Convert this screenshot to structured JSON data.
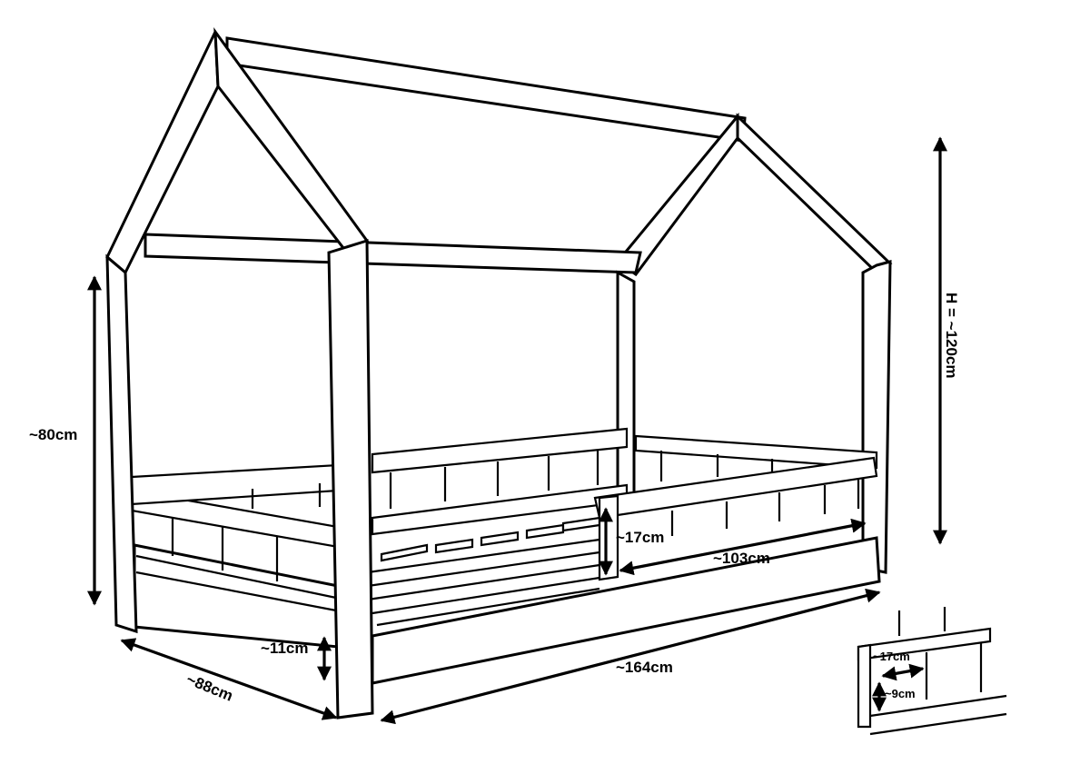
{
  "dimensions": {
    "total_height": "H = ~120cm",
    "side_height": "~80cm",
    "length": "~164cm",
    "width": "~88cm",
    "foot_height": "~11cm",
    "opening_length": "~103cm",
    "opening_height": "~17cm"
  },
  "detail": {
    "rail_spacing": "~17cm",
    "rail_height": "~9cm"
  },
  "colors": {
    "ink": "#000000",
    "paper": "#ffffff"
  }
}
